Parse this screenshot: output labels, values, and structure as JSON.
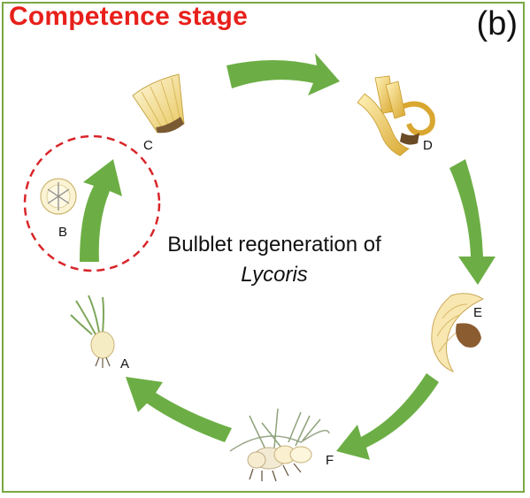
{
  "header": {
    "title": "Competence stage",
    "panel": "(b)"
  },
  "center": {
    "line1": "Bulblet regeneration of",
    "line2": "Lycoris"
  },
  "stages": [
    {
      "id": "A",
      "label": "A",
      "icon": "bulb-with-leaves-icon"
    },
    {
      "id": "B",
      "label": "B",
      "icon": "bulb-cross-section-icon"
    },
    {
      "id": "C",
      "label": "C",
      "icon": "twin-scale-explant-icon"
    },
    {
      "id": "D",
      "label": "D",
      "icon": "scale-segment-icon"
    },
    {
      "id": "E",
      "label": "E",
      "icon": "swelling-scale-icon"
    },
    {
      "id": "F",
      "label": "F",
      "icon": "bulblet-cluster-icon"
    }
  ],
  "highlight": {
    "stage": "B",
    "style": "dashed-circle"
  },
  "colors": {
    "title": "#e8201b",
    "arrow": "#6cae45",
    "highlight_circle": "#d9262a",
    "frame": "#7aa845",
    "scale": "#f0d98a"
  }
}
